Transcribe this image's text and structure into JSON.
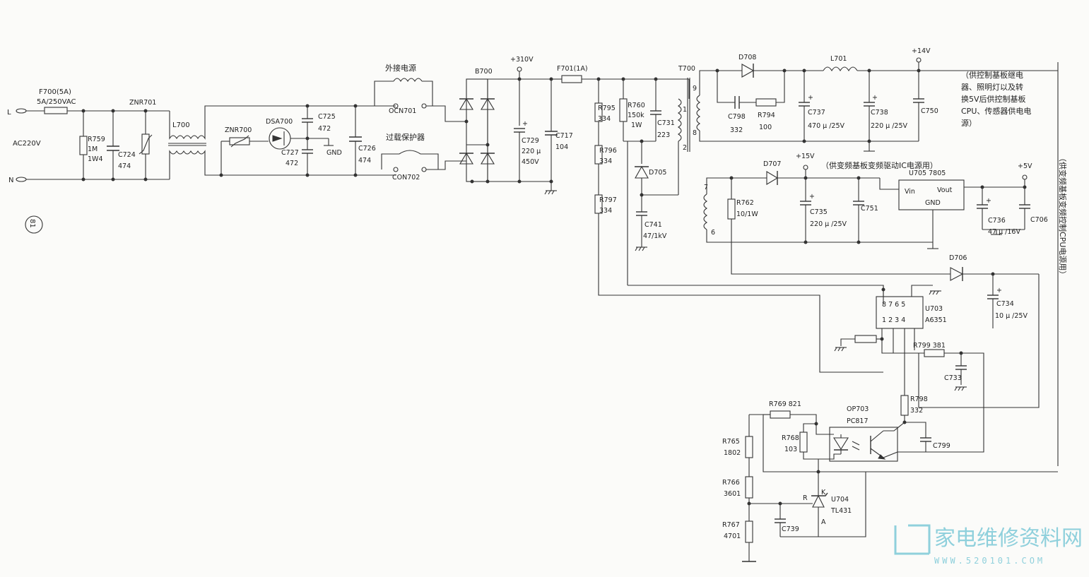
{
  "diagram": {
    "input": {
      "L": "L",
      "N": "N",
      "ac": "AC220V",
      "fuse_name": "F700(5A)",
      "fuse_rating": "5A/250VAC"
    },
    "page_badge": "81",
    "components": {
      "R759": [
        "R759",
        "1M",
        "1W4"
      ],
      "C724": [
        "C724",
        "474"
      ],
      "ZNR701": "ZNR701",
      "L700": "L700",
      "ZNR700": "ZNR700",
      "DSA700": "DSA700",
      "C725": [
        "C725",
        "472"
      ],
      "C727": [
        "C727",
        "472"
      ],
      "GND": "GND",
      "C726": [
        "C726",
        "474"
      ],
      "ext_power": "外接电源",
      "OCN701": "OCN701",
      "overload": "过载保护器",
      "CON702": "CON702",
      "B700": "B700",
      "V310": "+310V",
      "C729": [
        "C729",
        "220 μ",
        "450V"
      ],
      "C717": [
        "C717",
        "104"
      ],
      "F701": "F701(1A)",
      "R795": [
        "R795",
        "334"
      ],
      "R796": [
        "R796",
        "334"
      ],
      "R797": [
        "R797",
        "334"
      ],
      "R760": [
        "R760",
        "150k",
        "1W"
      ],
      "C731": [
        "C731",
        "223"
      ],
      "D705": "D705",
      "C741": [
        "C741",
        "47/1kV"
      ],
      "T700": "T700",
      "pins": [
        "1",
        "2",
        "9",
        "8",
        "7",
        "6"
      ],
      "D708": "D708",
      "C798": [
        "C798",
        "332"
      ],
      "R794": [
        "R794",
        "100"
      ],
      "L701": "L701",
      "V14": "+14V",
      "C737": [
        "C737",
        "470 μ /25V"
      ],
      "C738": [
        "C738",
        "220 μ /25V"
      ],
      "C750": "C750",
      "note14": [
        "（供控制基板继电",
        "器、照明灯以及转",
        "换5V后供控制基板",
        "CPU、传感器供电电",
        "源）"
      ],
      "D707": "D707",
      "V15": "+15V",
      "note15": "（供变频基板变频驱动IC电源用）",
      "U705": "U705  7805",
      "vin": "Vin",
      "vout": "Vout",
      "gnd2": "GND",
      "V5": "+5V",
      "R762": [
        "R762",
        "10/1W"
      ],
      "C735": [
        "C735",
        "220 μ /25V"
      ],
      "C751": "C751",
      "C736": [
        "C736",
        "47 μ /16V"
      ],
      "C706": "C706",
      "note5": "（供变频基板变频控制CPU电源用）",
      "D706": "D706",
      "C734": [
        "C734",
        "10 μ /25V"
      ],
      "U703": [
        "U703",
        "A6351"
      ],
      "u703_top": "8 7 6 5",
      "u703_bot": "1 2 3 4",
      "R799": "R799  381",
      "C733": "C733",
      "R769": "R769  821",
      "OP703": [
        "OP703",
        "PC817"
      ],
      "R798": [
        "R798",
        "332"
      ],
      "R768": [
        "R768",
        "103"
      ],
      "C799": "C799",
      "R765": [
        "R765",
        "1802"
      ],
      "R766": [
        "R766",
        "3601"
      ],
      "R767": [
        "R767",
        "4701"
      ],
      "U704": [
        "U704",
        "TL431"
      ],
      "tl_R": "R",
      "tl_K": "K",
      "tl_A": "A",
      "C739": "C739"
    },
    "watermark": {
      "text": "家电维修资料网",
      "url": "WWW.520101.COM"
    }
  }
}
